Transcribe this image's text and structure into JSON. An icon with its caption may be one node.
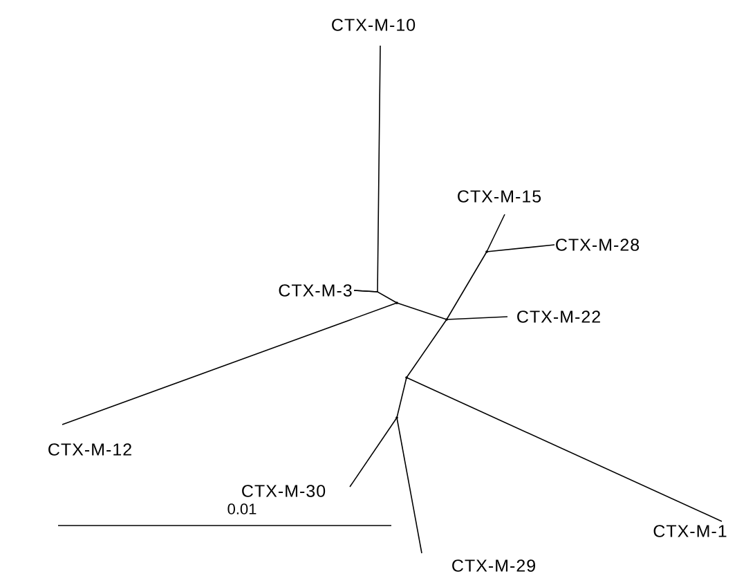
{
  "diagram": {
    "nodes": [
      {
        "text": [
          "CTX-M-10"
        ]
      },
      {
        "text": [
          "CTX-M-15"
        ]
      },
      {
        "text": [
          "CTX-M-28"
        ]
      },
      {
        "text": [
          "CTX-M-3"
        ]
      },
      {
        "text": [
          "CTX-M-22"
        ]
      },
      {
        "text": [
          "CTX-M-12"
        ]
      },
      {
        "text": [
          "CTX-M-30"
        ]
      },
      {
        "text": [
          "CTX-M-1"
        ]
      },
      {
        "text": [
          "CTX-M-29"
        ]
      },
      {
        "text": [],
        "shape": "point"
      },
      {
        "text": [],
        "shape": "point"
      },
      {
        "text": [],
        "shape": "point"
      },
      {
        "text": [],
        "shape": "point"
      },
      {
        "text": [],
        "shape": "point"
      }
    ],
    "edges": [
      {
        "from": 9,
        "to": 3,
        "arrow": "none"
      },
      {
        "from": 3,
        "to": 0,
        "arrow": "none"
      },
      {
        "from": 9,
        "to": 5,
        "arrow": "none"
      },
      {
        "from": 9,
        "to": 10,
        "arrow": "none"
      },
      {
        "from": 10,
        "to": 4,
        "arrow": "none"
      },
      {
        "from": 10,
        "to": 11,
        "arrow": "none"
      },
      {
        "from": 11,
        "to": 1,
        "arrow": "none"
      },
      {
        "from": 11,
        "to": 2,
        "arrow": "none"
      },
      {
        "from": 10,
        "to": 12,
        "arrow": "none"
      },
      {
        "from": 12,
        "to": 7,
        "arrow": "none"
      },
      {
        "from": 12,
        "to": 13,
        "arrow": "none"
      },
      {
        "from": 13,
        "to": 6,
        "arrow": "none"
      },
      {
        "from": 13,
        "to": 8,
        "arrow": "none"
      }
    ],
    "labels": [
      "0.01"
    ]
  }
}
